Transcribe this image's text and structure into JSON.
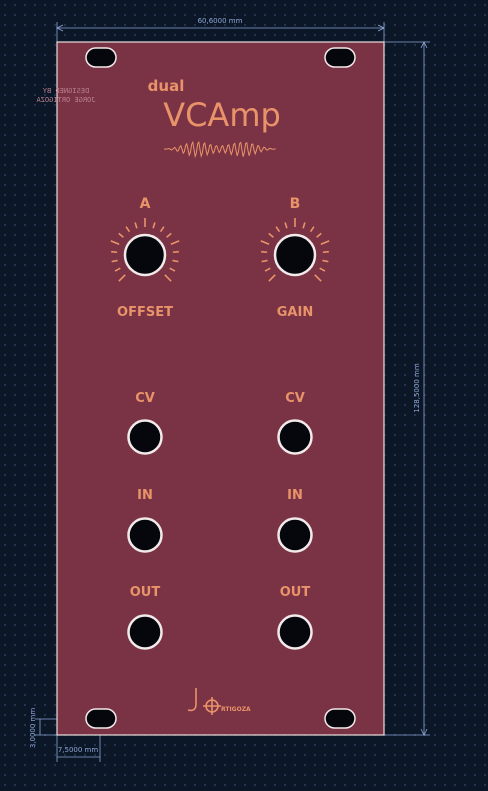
{
  "dimensions": {
    "width": "60,6000 mm",
    "height": "128,5000 mm",
    "hole_offset_y": "3,0000 mm",
    "hole_offset_x": "7,5000 mm"
  },
  "panel": {
    "title_small": "dual",
    "title": "VCAmp",
    "credit_mirrored_line1": "DESIGNED BY",
    "credit_mirrored_line2": "JORGE ORTIGOZA",
    "logo_text": "RTIGOZA",
    "colors": {
      "panel": "#7a3344",
      "silkscreen": "#e9936a",
      "background": "#0b1626",
      "dimension": "#8fa8d8"
    },
    "channels": [
      {
        "label": "A",
        "knob_label": "OFFSET",
        "cv": "CV",
        "in": "IN",
        "out": "OUT"
      },
      {
        "label": "B",
        "knob_label": "GAIN",
        "cv": "CV",
        "in": "IN",
        "out": "OUT"
      }
    ]
  }
}
